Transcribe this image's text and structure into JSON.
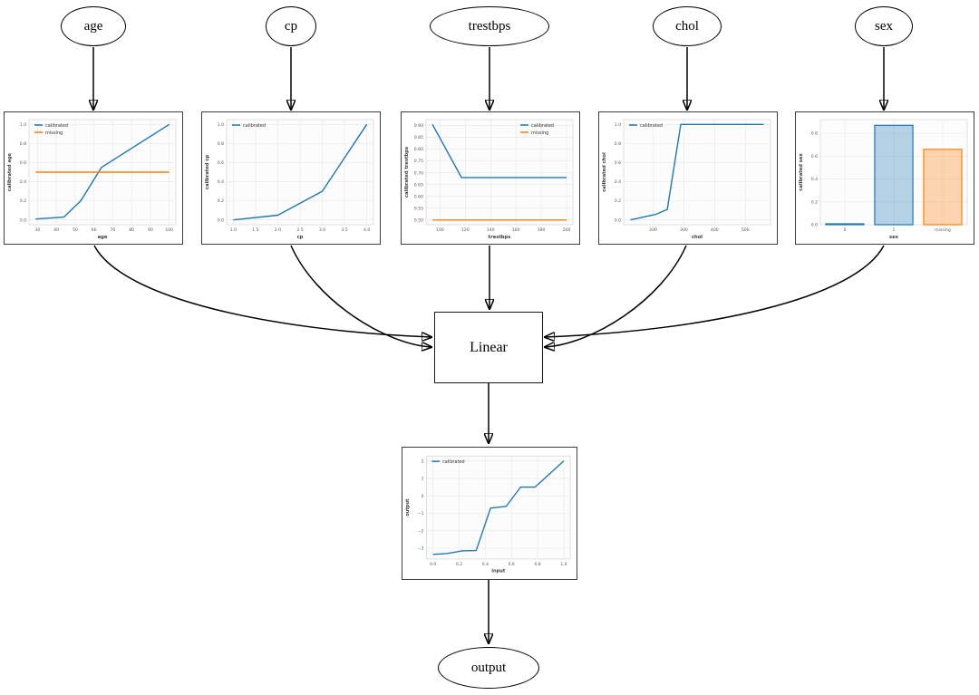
{
  "diagram_type": "lattice-model-graph",
  "nodes": {
    "age": "age",
    "cp": "cp",
    "trestbps": "trestbps",
    "chol": "chol",
    "sex": "sex",
    "linear": "Linear",
    "output": "output"
  },
  "edges": [
    {
      "id": "age-to-cal",
      "from": "age",
      "to": "age-calibration"
    },
    {
      "id": "cp-to-cal",
      "from": "cp",
      "to": "cp-calibration"
    },
    {
      "id": "trestbps-to-cal",
      "from": "trestbps",
      "to": "trestbps-calibration"
    },
    {
      "id": "chol-to-cal",
      "from": "chol",
      "to": "chol-calibration"
    },
    {
      "id": "sex-to-cal",
      "from": "sex",
      "to": "sex-calibration"
    },
    {
      "id": "cal-age-to-linear",
      "from": "age-calibration",
      "to": "linear"
    },
    {
      "id": "cal-cp-to-linear",
      "from": "cp-calibration",
      "to": "linear"
    },
    {
      "id": "cal-trestbps-to-linear",
      "from": "trestbps-calibration",
      "to": "linear"
    },
    {
      "id": "cal-chol-to-linear",
      "from": "chol-calibration",
      "to": "linear"
    },
    {
      "id": "cal-sex-to-linear",
      "from": "sex-calibration",
      "to": "linear"
    },
    {
      "id": "linear-to-outcal",
      "from": "linear",
      "to": "output-calibration"
    },
    {
      "id": "outcal-to-output",
      "from": "output-calibration",
      "to": "output"
    }
  ],
  "colors": {
    "calibrated": "#1f77b4",
    "missing": "#ff7f0e",
    "edge": "#000000",
    "node_border": "#000000",
    "plot_border": "#3c3c3c",
    "grid": "#e6e6e6",
    "plot_bg": "#fcfcfc",
    "spine": "#d9d9d9",
    "tick_text": "#555555",
    "label_text": "#3d3d3d"
  },
  "chart_data": [
    {
      "id": "age-calibration",
      "type": "line",
      "xlabel": "age",
      "ylabel": "calibrated age",
      "xlim": [
        25.5,
        103.5
      ],
      "ylim": [
        -0.05,
        1.05
      ],
      "xticks": [
        30,
        40,
        50,
        60,
        70,
        80,
        90,
        100
      ],
      "xtick_labels": [
        "30",
        "40",
        "50",
        "60",
        "70",
        "80",
        "90",
        "100"
      ],
      "yticks": [
        0.0,
        0.2,
        0.4,
        0.6,
        0.8,
        1.0
      ],
      "ytick_labels": [
        "0.0",
        "0.2",
        "0.4",
        "0.6",
        "0.8",
        "1.0"
      ],
      "legend": {
        "pos": "tl",
        "entries": [
          "calibrated",
          "missing"
        ]
      },
      "series": [
        {
          "name": "calibrated",
          "color": "#1f77b4",
          "points": [
            [
              29,
              0.01
            ],
            [
              44,
              0.03
            ],
            [
              53,
              0.2
            ],
            [
              64,
              0.55
            ],
            [
              100,
              1.0
            ]
          ]
        },
        {
          "name": "missing",
          "color": "#ff7f0e",
          "points": [
            [
              29,
              0.5
            ],
            [
              100,
              0.5
            ]
          ]
        }
      ]
    },
    {
      "id": "cp-calibration",
      "type": "line",
      "xlabel": "cp",
      "ylabel": "calibrated cp",
      "xlim": [
        0.85,
        4.15
      ],
      "ylim": [
        -0.05,
        1.05
      ],
      "xticks": [
        1.0,
        1.5,
        2.0,
        2.5,
        3.0,
        3.5,
        4.0
      ],
      "xtick_labels": [
        "1.0",
        "1.5",
        "2.0",
        "2.5",
        "3.0",
        "3.5",
        "4.0"
      ],
      "yticks": [
        0.0,
        0.2,
        0.4,
        0.6,
        0.8,
        1.0
      ],
      "ytick_labels": [
        "0.0",
        "0.2",
        "0.4",
        "0.6",
        "0.8",
        "1.0"
      ],
      "legend": {
        "pos": "tl",
        "entries": [
          "calibrated"
        ]
      },
      "series": [
        {
          "name": "calibrated",
          "color": "#1f77b4",
          "points": [
            [
              1.0,
              0.0
            ],
            [
              2.0,
              0.05
            ],
            [
              3.0,
              0.3
            ],
            [
              4.0,
              1.0
            ]
          ]
        }
      ]
    },
    {
      "id": "trestbps-calibration",
      "type": "line",
      "xlabel": "trestbps",
      "ylabel": "calibrated trestbps",
      "xlim": [
        89,
        205
      ],
      "ylim": [
        0.48,
        0.925
      ],
      "xticks": [
        100,
        120,
        140,
        160,
        180,
        200
      ],
      "xtick_labels": [
        "100",
        "120",
        "140",
        "160",
        "180",
        "200"
      ],
      "yticks": [
        0.5,
        0.55,
        0.6,
        0.65,
        0.7,
        0.75,
        0.8,
        0.85,
        0.9
      ],
      "ytick_labels": [
        "0.50",
        "0.55",
        "0.60",
        "0.65",
        "0.70",
        "0.75",
        "0.80",
        "0.85",
        "0.90"
      ],
      "legend": {
        "pos": "tr",
        "entries": [
          "calibrated",
          "missing"
        ]
      },
      "series": [
        {
          "name": "calibrated",
          "color": "#1f77b4",
          "points": [
            [
              94,
              0.905
            ],
            [
              117,
              0.68
            ],
            [
              200,
              0.68
            ]
          ]
        },
        {
          "name": "missing",
          "color": "#ff7f0e",
          "points": [
            [
              94,
              0.5
            ],
            [
              200,
              0.5
            ]
          ]
        }
      ]
    },
    {
      "id": "chol-calibration",
      "type": "line",
      "xlabel": "chol",
      "ylabel": "calibrated chol",
      "xlim": [
        104,
        582
      ],
      "ylim": [
        -0.05,
        1.05
      ],
      "xticks": [
        200,
        300,
        400,
        500
      ],
      "xtick_labels": [
        "200",
        "300",
        "400",
        "500"
      ],
      "yticks": [
        0.0,
        0.2,
        0.4,
        0.6,
        0.8,
        1.0
      ],
      "ytick_labels": [
        "0.0",
        "0.2",
        "0.4",
        "0.6",
        "0.8",
        "1.0"
      ],
      "legend": {
        "pos": "tl",
        "entries": [
          "calibrated"
        ]
      },
      "series": [
        {
          "name": "calibrated",
          "color": "#1f77b4",
          "points": [
            [
              126,
              0.0
            ],
            [
              210,
              0.06
            ],
            [
              246,
              0.11
            ],
            [
              290,
              1.0
            ],
            [
              560,
              1.0
            ]
          ]
        }
      ]
    },
    {
      "id": "sex-calibration",
      "type": "bar",
      "xlabel": "sex",
      "ylabel": "calibrated sex",
      "categories": [
        "0",
        "1",
        "missing"
      ],
      "values": [
        0.008,
        0.87,
        0.66
      ],
      "bar_colors": [
        "#1f77b4",
        "#1f77b4",
        "#ff7f0e"
      ],
      "ylim": [
        0,
        0.92
      ],
      "yticks": [
        0.0,
        0.2,
        0.4,
        0.6,
        0.8
      ],
      "ytick_labels": [
        "0.0",
        "0.2",
        "0.4",
        "0.6",
        "0.8"
      ]
    },
    {
      "id": "output-calibration",
      "type": "line",
      "xlabel": "input",
      "ylabel": "output",
      "xlim": [
        -0.05,
        1.05
      ],
      "ylim": [
        -3.62,
        2.28
      ],
      "xticks": [
        0.0,
        0.2,
        0.4,
        0.6,
        0.8,
        1.0
      ],
      "xtick_labels": [
        "0.0",
        "0.2",
        "0.4",
        "0.6",
        "0.8",
        "1.0"
      ],
      "yticks": [
        -3,
        -2,
        -1,
        0,
        1,
        2
      ],
      "ytick_labels": [
        "−3",
        "−2",
        "−1",
        "0",
        "1",
        "2"
      ],
      "legend": {
        "pos": "tl",
        "entries": [
          "calibrated"
        ]
      },
      "series": [
        {
          "name": "calibrated",
          "color": "#1f77b4",
          "points": [
            [
              0.0,
              -3.35
            ],
            [
              0.11,
              -3.3
            ],
            [
              0.22,
              -3.15
            ],
            [
              0.33,
              -3.13
            ],
            [
              0.44,
              -0.7
            ],
            [
              0.56,
              -0.6
            ],
            [
              0.67,
              0.5
            ],
            [
              0.78,
              0.5
            ],
            [
              1.0,
              2.0
            ]
          ]
        }
      ]
    }
  ]
}
